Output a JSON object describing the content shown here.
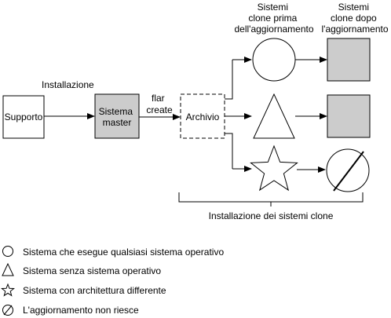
{
  "header": {
    "before_label": [
      "Sistemi",
      "clone prima",
      "dell'aggiornamento"
    ],
    "after_label": [
      "Sistemi",
      "clone dopo",
      "l'aggiornamento"
    ]
  },
  "flow": {
    "install_label": "Installazione",
    "support_label": "Supporto",
    "master_label": [
      "Sistema",
      "master"
    ],
    "flar_label": [
      "flar",
      "create"
    ],
    "archive_label": "Archivio",
    "bracket_label": "Installazione dei sistemi clone"
  },
  "legend": {
    "items": [
      {
        "icon": "circle-icon",
        "text": "Sistema che esegue qualsiasi sistema operativo"
      },
      {
        "icon": "triangle-icon",
        "text": "Sistema senza sistema operativo"
      },
      {
        "icon": "star-icon",
        "text": "Sistema con architettura differente"
      },
      {
        "icon": "slashed-circle-icon",
        "text": "L'aggiornamento non riesce"
      }
    ]
  },
  "colors": {
    "stroke": "#000000",
    "fill_gray": "#cccccc",
    "fill_white": "#ffffff"
  }
}
